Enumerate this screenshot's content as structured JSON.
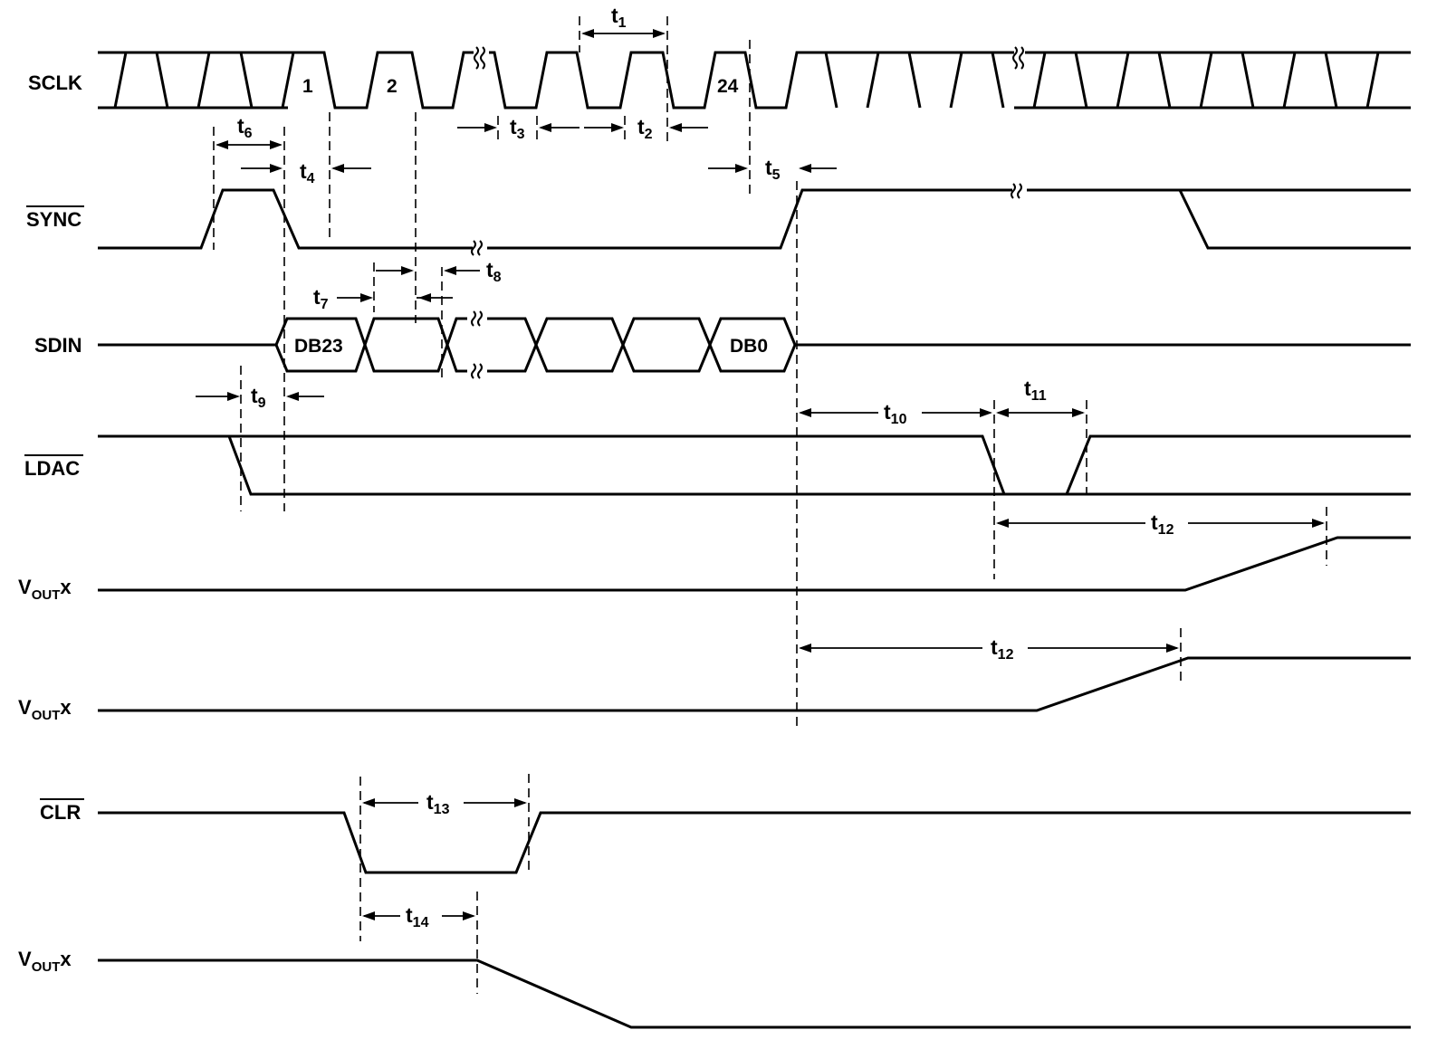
{
  "signals": {
    "sclk": "SCLK",
    "sync": "SYNC",
    "sdin": "SDIN",
    "ldac": "LDAC",
    "vout_main": "V",
    "vout_sub": "OUT",
    "vout_suffix": "x",
    "clr": "CLR"
  },
  "pulses": {
    "p1": "1",
    "p2": "2",
    "p24": "24"
  },
  "bits": {
    "first": "DB23",
    "last": "DB0"
  },
  "timing": {
    "t1": "1",
    "t2": "2",
    "t3": "3",
    "t4": "4",
    "t5": "5",
    "t6": "6",
    "t7": "7",
    "t8": "8",
    "t9": "9",
    "t10": "10",
    "t11": "11",
    "t12a": "12",
    "t12b": "12",
    "t13": "13",
    "t14": "14"
  }
}
